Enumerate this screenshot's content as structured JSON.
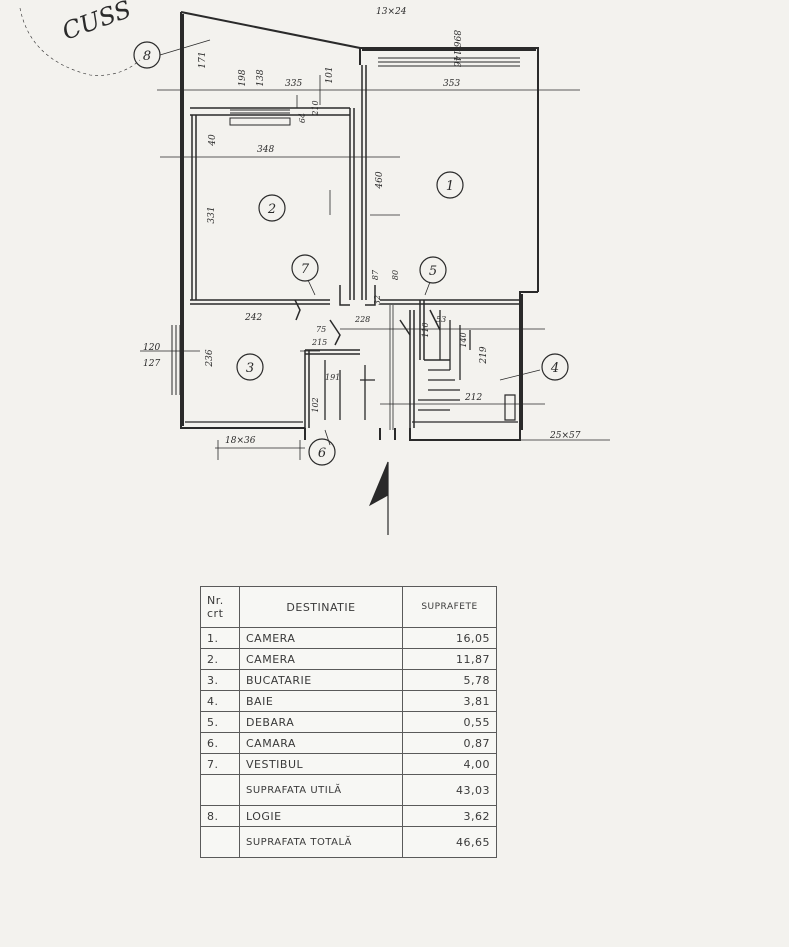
{
  "signature": "CUSS",
  "dimensions": {
    "d_13x24": "13×24",
    "d_896_146": "896 146",
    "d_171": "171",
    "d_198": "198",
    "d_138": "138",
    "d_335": "335",
    "d_101": "101",
    "d_353": "353",
    "d_64": "64",
    "d_210": "210",
    "d_40": "40",
    "d_348": "348",
    "d_460": "460",
    "d_331": "331",
    "d_87": "87",
    "d_80": "80",
    "d_242": "242",
    "d_228": "228",
    "d_32": "32",
    "d_53": "53",
    "d_110": "110",
    "d_140": "140",
    "d_219": "219",
    "d_75": "75",
    "d_215": "215",
    "d_120": "120",
    "d_127": "127",
    "d_236": "236",
    "d_191": "191",
    "d_212": "212",
    "d_102": "102",
    "d_18x36": "18×36",
    "d_25x57": "25×57"
  },
  "room_markers": [
    "1",
    "2",
    "3",
    "4",
    "5",
    "6",
    "7",
    "8"
  ],
  "legend": {
    "header": {
      "nr": "Nr. crt",
      "destinatie": "DESTINATIE",
      "suprafete": "SUPRAFETE"
    },
    "rows": [
      {
        "nr": "1.",
        "destinatie": "CAMERA",
        "suprafata": "16,05"
      },
      {
        "nr": "2.",
        "destinatie": "CAMERA",
        "suprafata": "11,87"
      },
      {
        "nr": "3.",
        "destinatie": "BUCATARIE",
        "suprafata": "5,78"
      },
      {
        "nr": "4.",
        "destinatie": "BAIE",
        "suprafata": "3,81"
      },
      {
        "nr": "5.",
        "destinatie": "DEBARA",
        "suprafata": "0,55"
      },
      {
        "nr": "6.",
        "destinatie": "CAMARA",
        "suprafata": "0,87"
      },
      {
        "nr": "7.",
        "destinatie": "VESTIBUL",
        "suprafata": "4,00"
      }
    ],
    "utila": {
      "label": "SUPRAFATA UTILĂ",
      "value": "43,03"
    },
    "extra": {
      "nr": "8.",
      "destinatie": "LOGIE",
      "suprafata": "3,62"
    },
    "totala": {
      "label": "SUPRAFATA TOTALĂ",
      "value": "46,65"
    }
  }
}
